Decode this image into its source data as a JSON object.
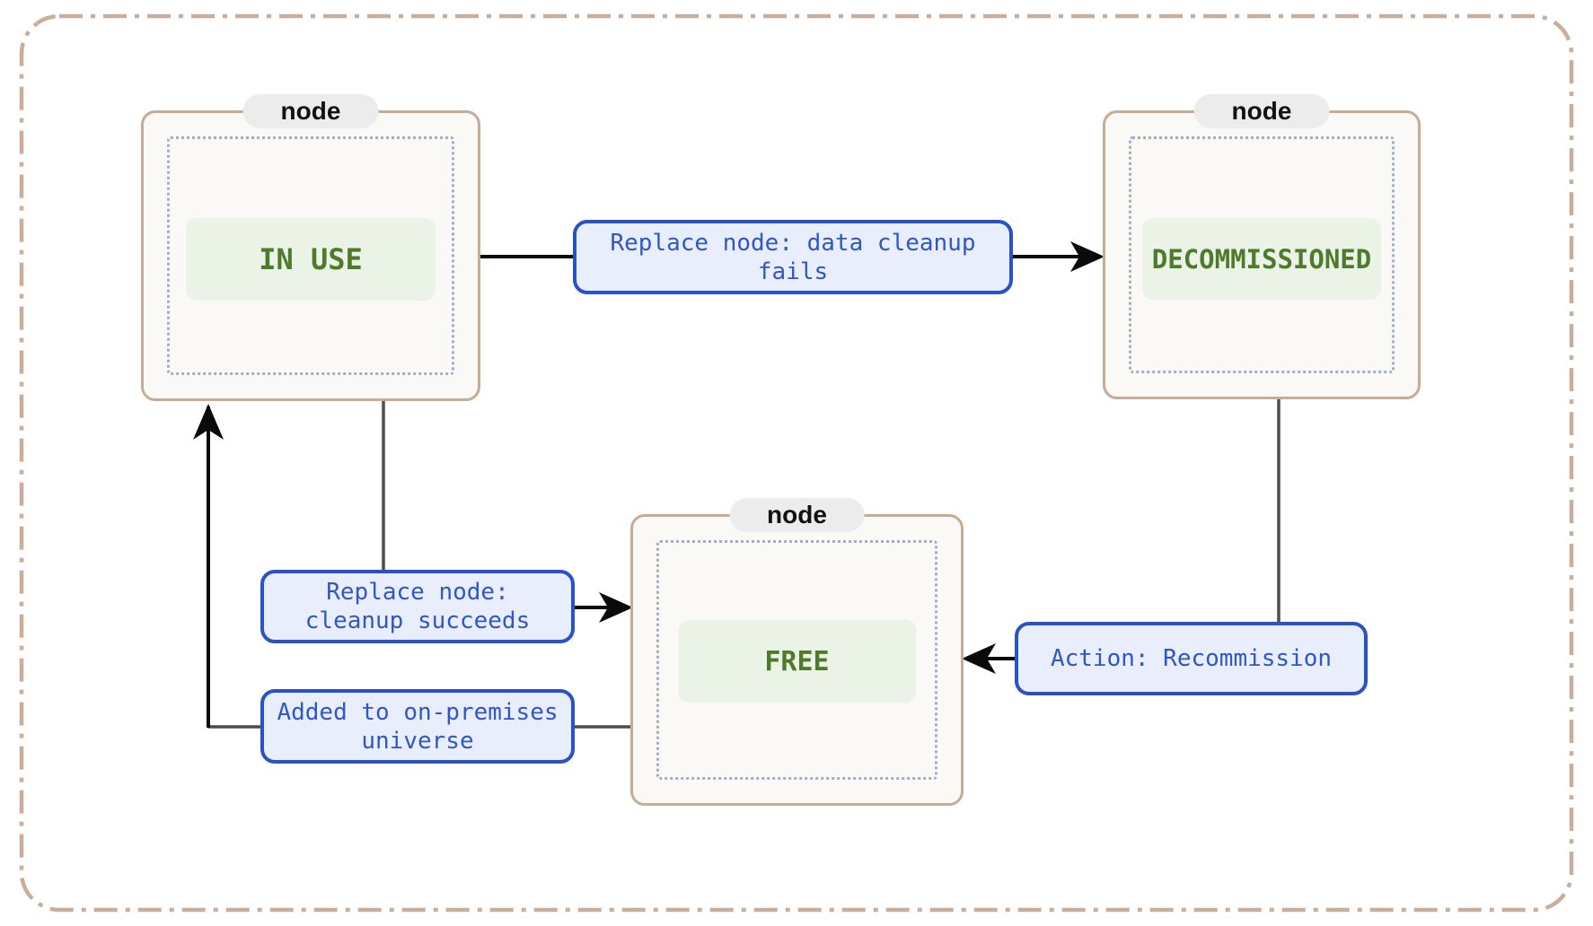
{
  "diagram": {
    "type": "state-diagram",
    "nodes": [
      {
        "id": "in-use",
        "tab_label": "node",
        "state": "IN USE"
      },
      {
        "id": "decommissioned",
        "tab_label": "node",
        "state": "DECOMMISSIONED"
      },
      {
        "id": "free",
        "tab_label": "node",
        "state": "FREE"
      }
    ],
    "edge_labels": [
      {
        "id": "replace-fails",
        "line1": "Replace node: data cleanup",
        "line2": "fails"
      },
      {
        "id": "replace-succeeds",
        "line1": "Replace node:",
        "line2": "cleanup succeeds"
      },
      {
        "id": "added-universe",
        "line1": "Added to on-premises",
        "line2": "universe"
      },
      {
        "id": "recommission",
        "line1": "Action: Recommission"
      }
    ],
    "transitions": [
      {
        "from": "IN USE",
        "to": "DECOMMISSIONED",
        "label": "Replace node: data cleanup fails"
      },
      {
        "from": "IN USE",
        "to": "FREE",
        "label": "Replace node: cleanup succeeds"
      },
      {
        "from": "DECOMMISSIONED",
        "to": "FREE",
        "label": "Action: Recommission"
      },
      {
        "from": "FREE",
        "to": "IN USE",
        "label": "Added to on-premises universe"
      }
    ],
    "colors": {
      "outer_dashed_border": "#c9ae9b",
      "node_border": "#c6ab96",
      "node_fill": "#faf9f6",
      "node_tab_fill": "#ececec",
      "node_tab_text": "#111111",
      "inner_dotted_border": "#9fb0c6",
      "state_pill_fill": "#eaf3e6",
      "state_pill_text": "#4d7a2b",
      "edge_label_fill": "#e8eefb",
      "edge_label_border": "#2a52c8",
      "edge_label_text": "#3056c9",
      "edge_arrow": "#0a0a0a",
      "edge_plain": "#4d4d4d"
    }
  }
}
